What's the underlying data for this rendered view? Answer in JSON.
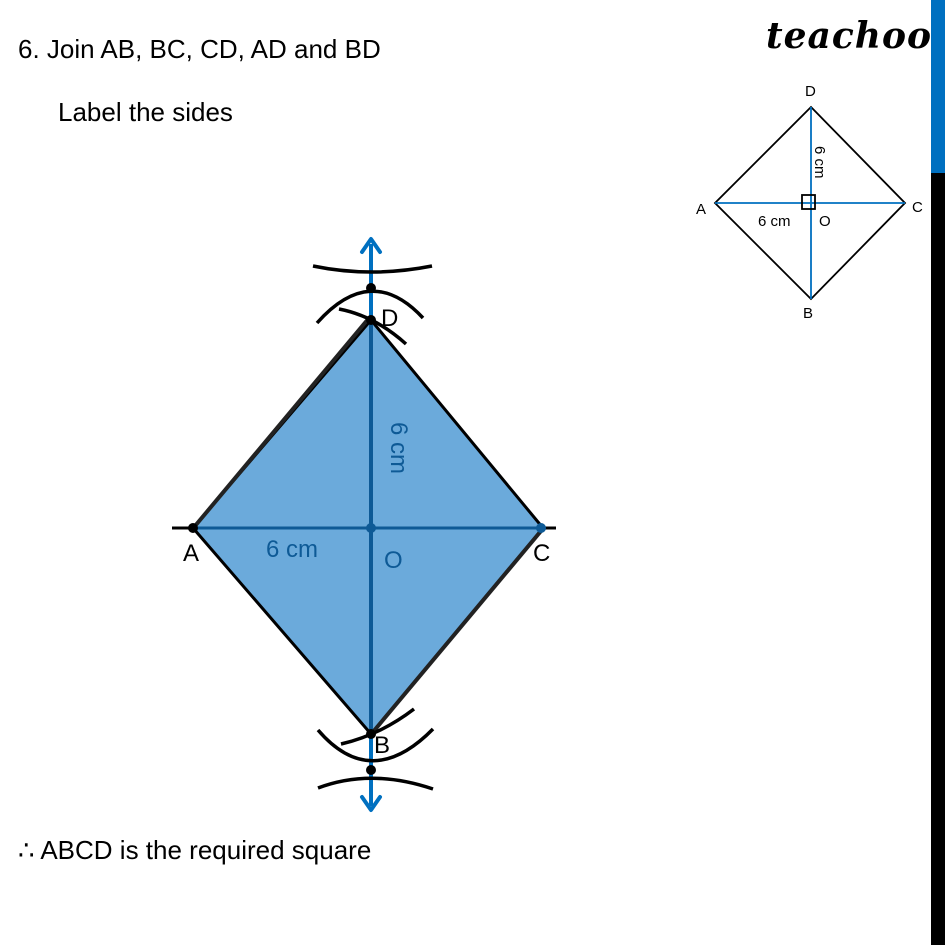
{
  "header": {
    "step_title": "6. Join AB, BC, CD, AD and BD",
    "step_sub": "Label the sides"
  },
  "logo": {
    "text": "teachoo"
  },
  "sidebar": {
    "accent_color": "#0070C0",
    "dark_color": "#000000"
  },
  "main_figure": {
    "fill_color": "#6BAADB",
    "diagonal_color": "#0E5A96",
    "arrow_color": "#0070C0",
    "labels": {
      "A": "A",
      "B": "B",
      "C": "C",
      "D": "D",
      "O": "O",
      "horizontal_measure": "6 cm",
      "vertical_measure": "6 cm"
    }
  },
  "reference_figure": {
    "line_color": "#0070C0",
    "labels": {
      "A": "A",
      "B": "B",
      "C": "C",
      "D": "D",
      "O": "O",
      "horizontal_measure": "6 cm",
      "vertical_measure": "6 cm"
    }
  },
  "conclusion": {
    "text": "∴ ABCD is the required square"
  }
}
